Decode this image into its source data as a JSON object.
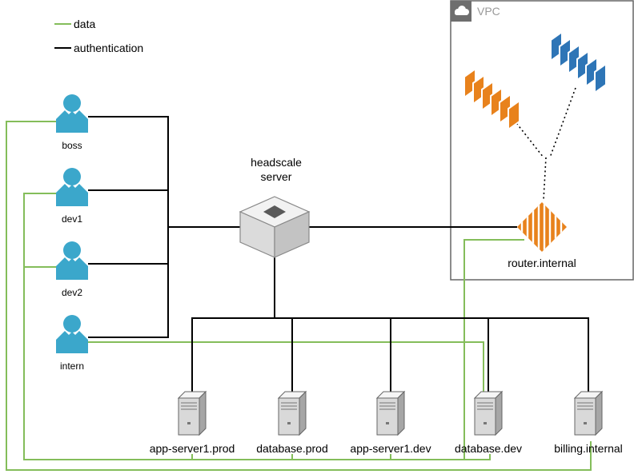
{
  "colors": {
    "green": "#84BD5A",
    "black": "#000000",
    "userBlue": "#3BA7CB",
    "orange": "#E8821C",
    "blue": "#2E75B6",
    "serverFront": "#D9D9D9",
    "serverTop": "#F5F5F5",
    "serverSide": "#A6A6A6",
    "cubeTop": "#F2F2F2",
    "cubeLeft": "#DBDBDB",
    "cubeRight": "#C3C3C3",
    "vpcBorder": "#666666",
    "vpcHeaderBg": "#6E6E6E",
    "vpcLabel": "#999999"
  },
  "legend": {
    "data_label": "data",
    "auth_label": "authentication"
  },
  "users": [
    {
      "label": "boss"
    },
    {
      "label": "dev1"
    },
    {
      "label": "dev2"
    },
    {
      "label": "intern"
    }
  ],
  "headscale": {
    "label_line1": "headscale",
    "label_line2": "server"
  },
  "vpc": {
    "label": "VPC",
    "router_label": "router.internal"
  },
  "servers": [
    {
      "label": "app-server1.prod"
    },
    {
      "label": "database.prod"
    },
    {
      "label": "app-server1.dev"
    },
    {
      "label": "database.dev"
    },
    {
      "label": "billing.internal"
    }
  ]
}
